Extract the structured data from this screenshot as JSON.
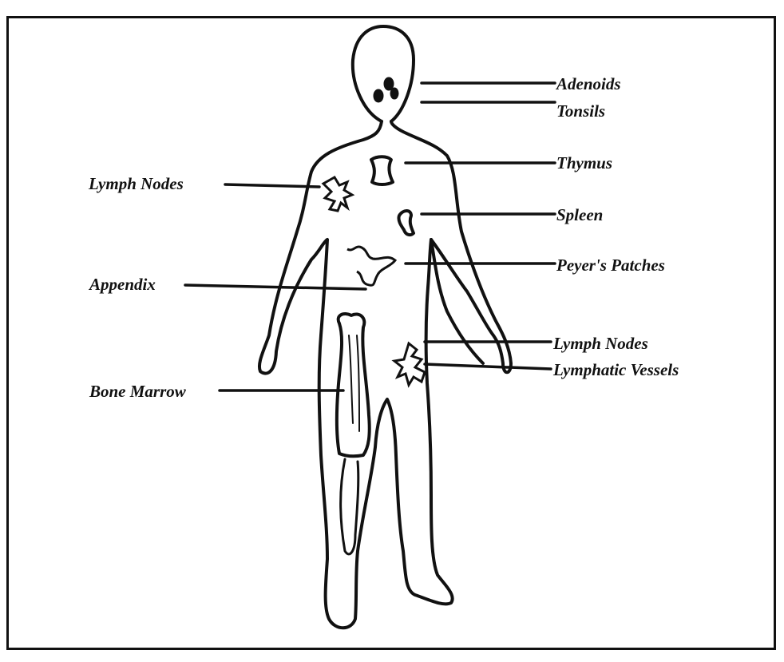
{
  "labels": {
    "adenoids": "Adenoids",
    "tonsils": "Tonsils",
    "thymus": "Thymus",
    "lymph_nodes_upper": "Lymph Nodes",
    "spleen": "Spleen",
    "peyers_patches": "Peyer's Patches",
    "appendix": "Appendix",
    "lymph_nodes_lower": "Lymph Nodes",
    "lymphatic_vessels": "Lymphatic Vessels",
    "bone_marrow": "Bone Marrow"
  },
  "colors": {
    "ink": "#111111",
    "background": "#ffffff"
  }
}
